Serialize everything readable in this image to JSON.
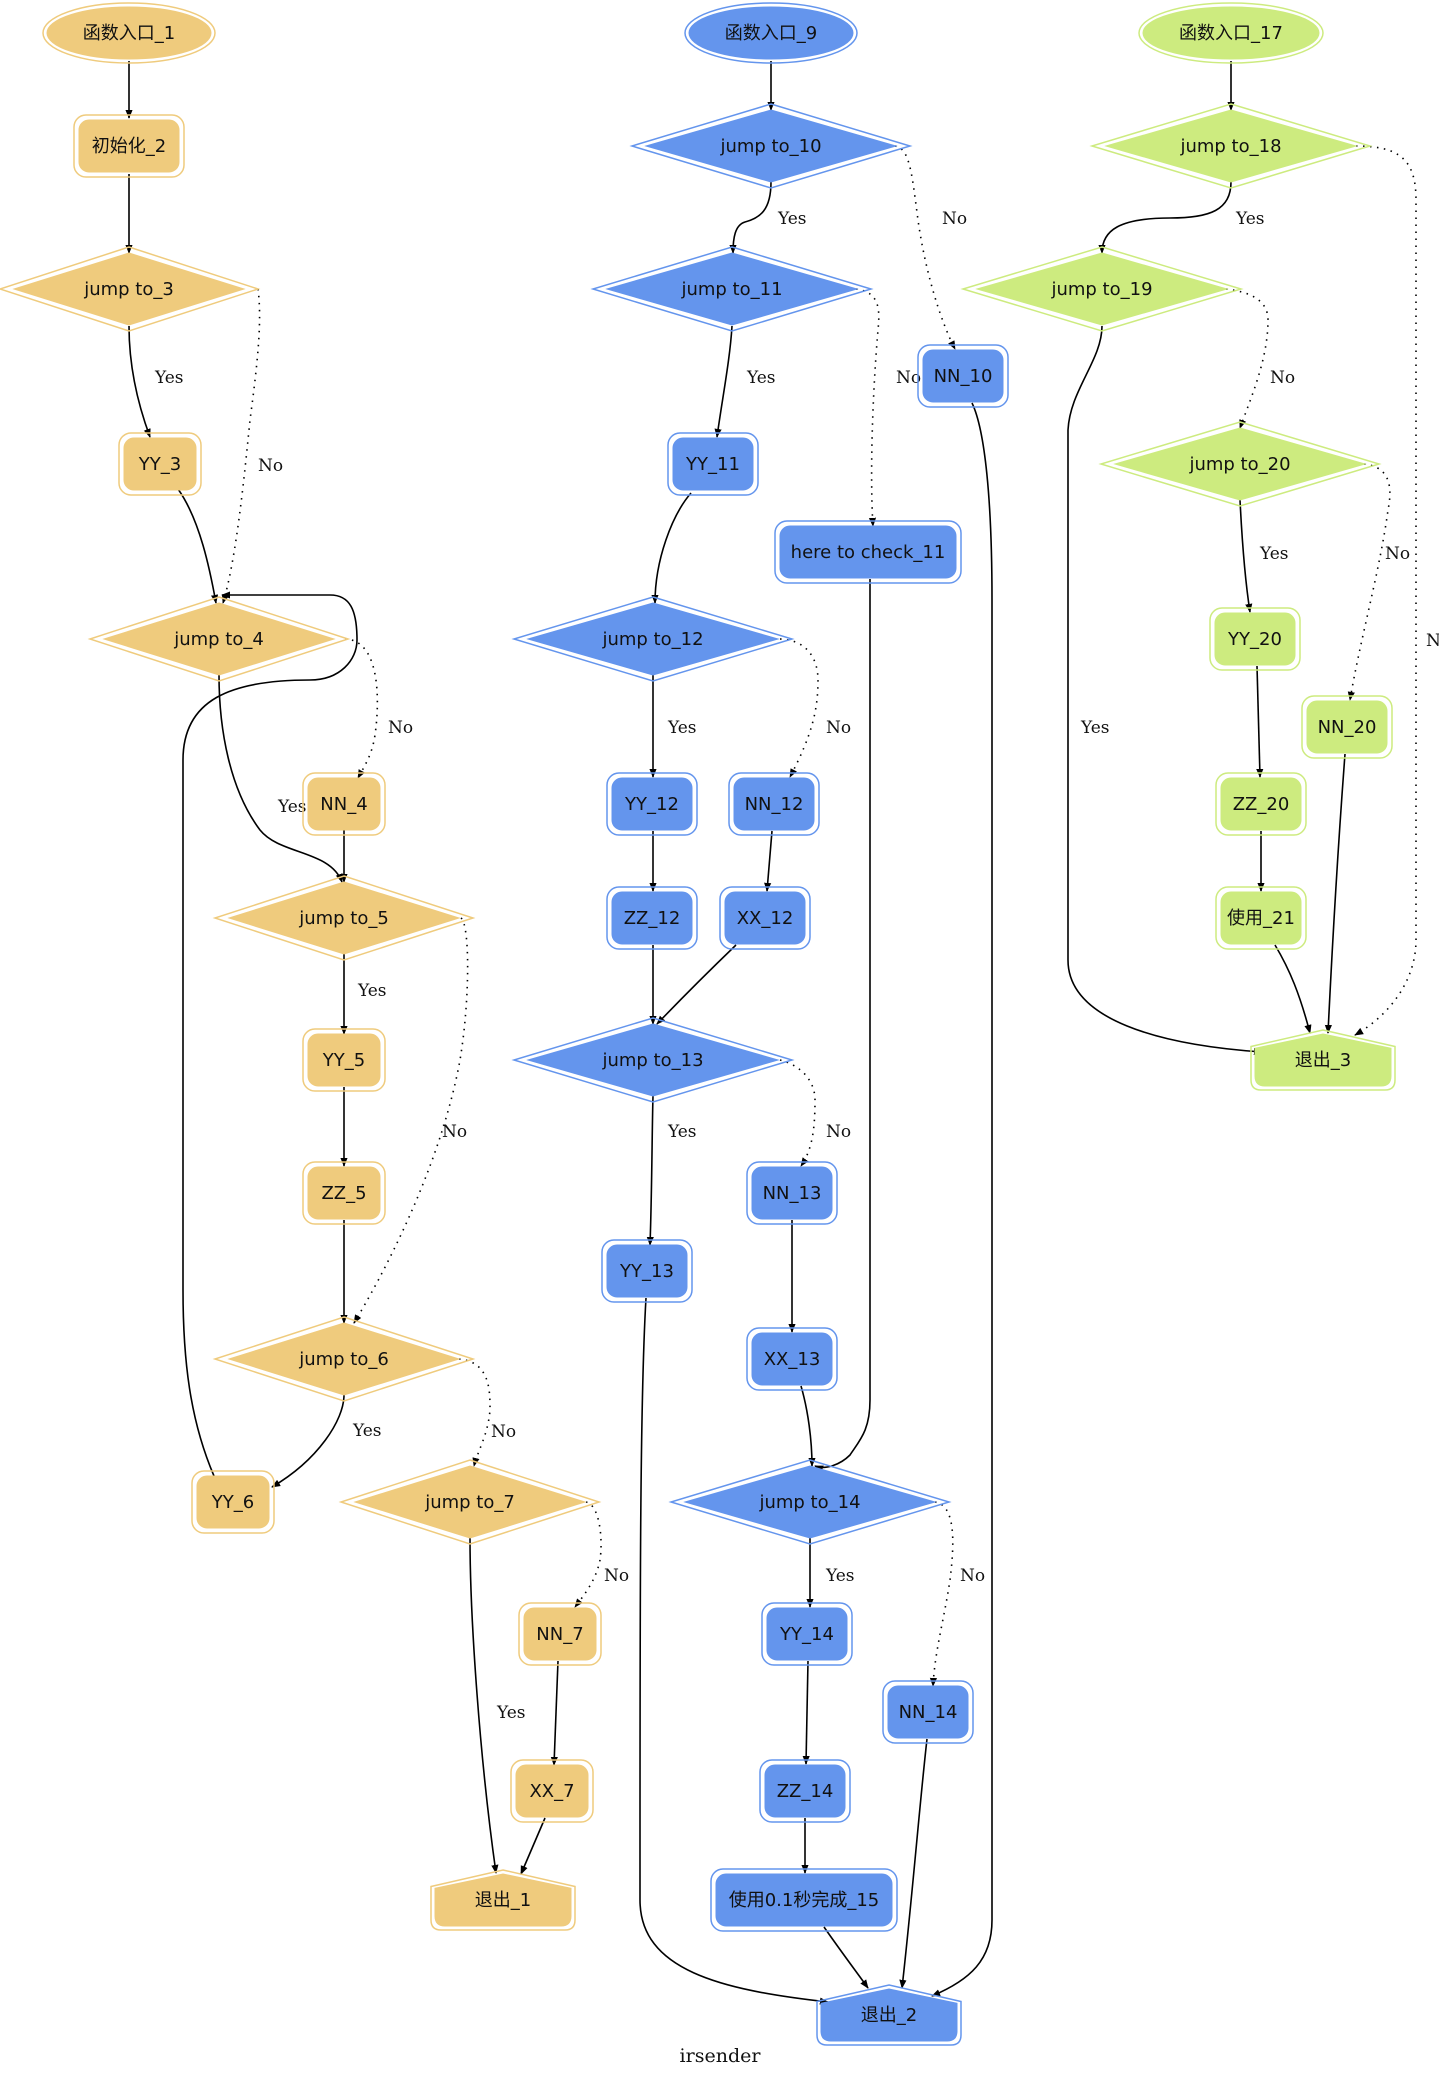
{
  "caption": "irsender",
  "colors": {
    "orange": "#EFCB7D",
    "blue": "#6495ED",
    "green": "#CDEB7F"
  },
  "nodes": [
    {
      "id": "o1",
      "label": "函数入口_1",
      "shape": "ellipse",
      "color": "orange"
    },
    {
      "id": "o2",
      "label": "初始化_2",
      "shape": "box",
      "color": "orange"
    },
    {
      "id": "o3",
      "label": "jump to_3",
      "shape": "diamond",
      "color": "orange"
    },
    {
      "id": "oY3",
      "label": "YY_3",
      "shape": "box",
      "color": "orange"
    },
    {
      "id": "o4",
      "label": "jump to_4",
      "shape": "diamond",
      "color": "orange"
    },
    {
      "id": "oN4",
      "label": "NN_4",
      "shape": "box",
      "color": "orange"
    },
    {
      "id": "o5",
      "label": "jump to_5",
      "shape": "diamond",
      "color": "orange"
    },
    {
      "id": "oY5",
      "label": "YY_5",
      "shape": "box",
      "color": "orange"
    },
    {
      "id": "oZ5",
      "label": "ZZ_5",
      "shape": "box",
      "color": "orange"
    },
    {
      "id": "o6",
      "label": "jump to_6",
      "shape": "diamond",
      "color": "orange"
    },
    {
      "id": "oY6",
      "label": "YY_6",
      "shape": "box",
      "color": "orange"
    },
    {
      "id": "o7",
      "label": "jump to_7",
      "shape": "diamond",
      "color": "orange"
    },
    {
      "id": "oN7",
      "label": "NN_7",
      "shape": "box",
      "color": "orange"
    },
    {
      "id": "oX7",
      "label": "XX_7",
      "shape": "box",
      "color": "orange"
    },
    {
      "id": "oE1",
      "label": "退出_1",
      "shape": "house",
      "color": "orange"
    },
    {
      "id": "b9",
      "label": "函数入口_9",
      "shape": "ellipse",
      "color": "blue"
    },
    {
      "id": "b10",
      "label": "jump to_10",
      "shape": "diamond",
      "color": "blue"
    },
    {
      "id": "bN10",
      "label": "NN_10",
      "shape": "box",
      "color": "blue"
    },
    {
      "id": "b11",
      "label": "jump to_11",
      "shape": "diamond",
      "color": "blue"
    },
    {
      "id": "bY11",
      "label": "YY_11",
      "shape": "box",
      "color": "blue"
    },
    {
      "id": "bC11",
      "label": "here to check_11",
      "shape": "box",
      "color": "blue"
    },
    {
      "id": "b12",
      "label": "jump to_12",
      "shape": "diamond",
      "color": "blue"
    },
    {
      "id": "bY12",
      "label": "YY_12",
      "shape": "box",
      "color": "blue"
    },
    {
      "id": "bN12",
      "label": "NN_12",
      "shape": "box",
      "color": "blue"
    },
    {
      "id": "bZ12",
      "label": "ZZ_12",
      "shape": "box",
      "color": "blue"
    },
    {
      "id": "bX12",
      "label": "XX_12",
      "shape": "box",
      "color": "blue"
    },
    {
      "id": "b13",
      "label": "jump to_13",
      "shape": "diamond",
      "color": "blue"
    },
    {
      "id": "bY13",
      "label": "YY_13",
      "shape": "box",
      "color": "blue"
    },
    {
      "id": "bN13",
      "label": "NN_13",
      "shape": "box",
      "color": "blue"
    },
    {
      "id": "bX13",
      "label": "XX_13",
      "shape": "box",
      "color": "blue"
    },
    {
      "id": "b14",
      "label": "jump to_14",
      "shape": "diamond",
      "color": "blue"
    },
    {
      "id": "bY14",
      "label": "YY_14",
      "shape": "box",
      "color": "blue"
    },
    {
      "id": "bN14",
      "label": "NN_14",
      "shape": "box",
      "color": "blue"
    },
    {
      "id": "bZ14",
      "label": "ZZ_14",
      "shape": "box",
      "color": "blue"
    },
    {
      "id": "b15",
      "label": "使用0.1秒完成_15",
      "shape": "box",
      "color": "blue"
    },
    {
      "id": "bE2",
      "label": "退出_2",
      "shape": "house",
      "color": "blue"
    },
    {
      "id": "g17",
      "label": "函数入口_17",
      "shape": "ellipse",
      "color": "green"
    },
    {
      "id": "g18",
      "label": "jump to_18",
      "shape": "diamond",
      "color": "green"
    },
    {
      "id": "g19",
      "label": "jump to_19",
      "shape": "diamond",
      "color": "green"
    },
    {
      "id": "g20",
      "label": "jump to_20",
      "shape": "diamond",
      "color": "green"
    },
    {
      "id": "gY20",
      "label": "YY_20",
      "shape": "box",
      "color": "green"
    },
    {
      "id": "gN20",
      "label": "NN_20",
      "shape": "box",
      "color": "green"
    },
    {
      "id": "gZ20",
      "label": "ZZ_20",
      "shape": "box",
      "color": "green"
    },
    {
      "id": "g21",
      "label": "使用_21",
      "shape": "box",
      "color": "green"
    },
    {
      "id": "gE3",
      "label": "退出_3",
      "shape": "house",
      "color": "green"
    }
  ],
  "edges": [
    {
      "from": "o1",
      "to": "o2",
      "label": "",
      "style": "solid"
    },
    {
      "from": "o2",
      "to": "o3",
      "label": "",
      "style": "solid"
    },
    {
      "from": "o3",
      "to": "oY3",
      "label": "Yes",
      "style": "solid"
    },
    {
      "from": "o3",
      "to": "o4",
      "label": "No",
      "style": "dotted"
    },
    {
      "from": "oY3",
      "to": "o4",
      "label": "",
      "style": "solid"
    },
    {
      "from": "o4",
      "to": "o5",
      "label": "Yes",
      "style": "solid"
    },
    {
      "from": "o4",
      "to": "oN4",
      "label": "No",
      "style": "dotted"
    },
    {
      "from": "oN4",
      "to": "o5",
      "label": "",
      "style": "solid"
    },
    {
      "from": "o5",
      "to": "oY5",
      "label": "Yes",
      "style": "solid"
    },
    {
      "from": "o5",
      "to": "o6",
      "label": "No",
      "style": "dotted"
    },
    {
      "from": "oY5",
      "to": "oZ5",
      "label": "",
      "style": "solid"
    },
    {
      "from": "oZ5",
      "to": "o6",
      "label": "",
      "style": "solid"
    },
    {
      "from": "o6",
      "to": "oY6",
      "label": "Yes",
      "style": "solid"
    },
    {
      "from": "o6",
      "to": "o7",
      "label": "No",
      "style": "dotted"
    },
    {
      "from": "oY6",
      "to": "o4",
      "label": "",
      "style": "solid"
    },
    {
      "from": "o7",
      "to": "oE1",
      "label": "Yes",
      "style": "solid"
    },
    {
      "from": "o7",
      "to": "oN7",
      "label": "No",
      "style": "dotted"
    },
    {
      "from": "oN7",
      "to": "oX7",
      "label": "",
      "style": "solid"
    },
    {
      "from": "oX7",
      "to": "oE1",
      "label": "",
      "style": "solid"
    },
    {
      "from": "b9",
      "to": "b10",
      "label": "",
      "style": "solid"
    },
    {
      "from": "b10",
      "to": "b11",
      "label": "Yes",
      "style": "solid"
    },
    {
      "from": "b10",
      "to": "bN10",
      "label": "No",
      "style": "dotted"
    },
    {
      "from": "b11",
      "to": "bY11",
      "label": "Yes",
      "style": "solid"
    },
    {
      "from": "b11",
      "to": "bC11",
      "label": "No",
      "style": "dotted"
    },
    {
      "from": "bY11",
      "to": "b12",
      "label": "",
      "style": "solid"
    },
    {
      "from": "b12",
      "to": "bY12",
      "label": "Yes",
      "style": "solid"
    },
    {
      "from": "b12",
      "to": "bN12",
      "label": "No",
      "style": "dotted"
    },
    {
      "from": "bY12",
      "to": "bZ12",
      "label": "",
      "style": "solid"
    },
    {
      "from": "bN12",
      "to": "bX12",
      "label": "",
      "style": "solid"
    },
    {
      "from": "bZ12",
      "to": "b13",
      "label": "",
      "style": "solid"
    },
    {
      "from": "bX12",
      "to": "b13",
      "label": "",
      "style": "solid"
    },
    {
      "from": "b13",
      "to": "bY13",
      "label": "Yes",
      "style": "solid"
    },
    {
      "from": "b13",
      "to": "bN13",
      "label": "No",
      "style": "dotted"
    },
    {
      "from": "bN13",
      "to": "bX13",
      "label": "",
      "style": "solid"
    },
    {
      "from": "bX13",
      "to": "b14",
      "label": "",
      "style": "solid"
    },
    {
      "from": "bC11",
      "to": "b14",
      "label": "",
      "style": "solid"
    },
    {
      "from": "b14",
      "to": "bY14",
      "label": "Yes",
      "style": "solid"
    },
    {
      "from": "b14",
      "to": "bN14",
      "label": "No",
      "style": "dotted"
    },
    {
      "from": "bY14",
      "to": "bZ14",
      "label": "",
      "style": "solid"
    },
    {
      "from": "bZ14",
      "to": "b15",
      "label": "",
      "style": "solid"
    },
    {
      "from": "b15",
      "to": "bE2",
      "label": "",
      "style": "solid"
    },
    {
      "from": "bN14",
      "to": "bE2",
      "label": "",
      "style": "solid"
    },
    {
      "from": "bY13",
      "to": "bE2",
      "label": "",
      "style": "solid"
    },
    {
      "from": "bN10",
      "to": "bE2",
      "label": "",
      "style": "solid"
    },
    {
      "from": "g17",
      "to": "g18",
      "label": "",
      "style": "solid"
    },
    {
      "from": "g18",
      "to": "g19",
      "label": "Yes",
      "style": "solid"
    },
    {
      "from": "g18",
      "to": "gE3",
      "label": "No",
      "style": "dotted"
    },
    {
      "from": "g19",
      "to": "gE3",
      "label": "Yes",
      "style": "solid"
    },
    {
      "from": "g19",
      "to": "g20",
      "label": "No",
      "style": "dotted"
    },
    {
      "from": "g20",
      "to": "gY20",
      "label": "Yes",
      "style": "solid"
    },
    {
      "from": "g20",
      "to": "gN20",
      "label": "No",
      "style": "dotted"
    },
    {
      "from": "gY20",
      "to": "gZ20",
      "label": "",
      "style": "solid"
    },
    {
      "from": "gZ20",
      "to": "g21",
      "label": "",
      "style": "solid"
    },
    {
      "from": "g21",
      "to": "gE3",
      "label": "",
      "style": "solid"
    },
    {
      "from": "gN20",
      "to": "gE3",
      "label": "",
      "style": "solid"
    }
  ]
}
